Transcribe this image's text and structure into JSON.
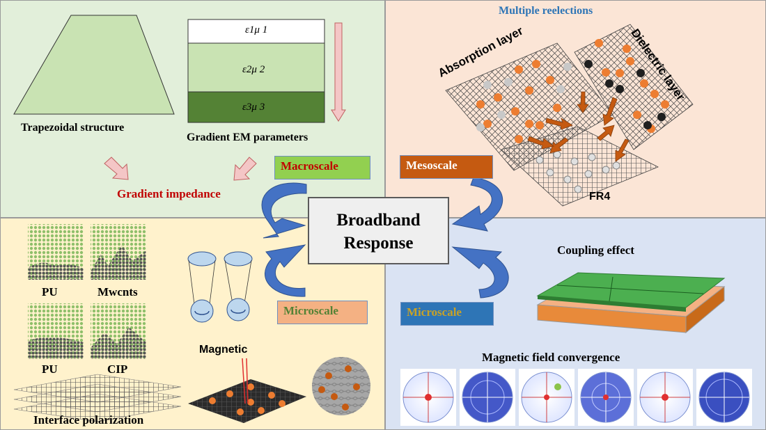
{
  "macroscale": {
    "trapezoid_label": "Trapezoidal structure",
    "layers": [
      "ε1μ 1",
      "ε2μ 2",
      "ε3μ 3"
    ],
    "layers_label": "Gradient  EM parameters",
    "impedance_label": "Gradient  impedance",
    "scale_label": "Macroscale"
  },
  "mesoscale": {
    "title": "Multiple reelections",
    "absorption_label": "Absorption layer",
    "dielectric_label": "Dielectric layer",
    "fr4_label": "FR4",
    "scale_label": "Mesoscale"
  },
  "center": {
    "line1": "Broadband",
    "line2": "Response"
  },
  "microscale_left": {
    "scale_label": "Microscale",
    "pu1_label": "PU",
    "mwcnts_label": "Mwcnts",
    "pu2_label": "PU",
    "cip_label": "CIP",
    "interface_label": "Interface polarization",
    "magnetic_label": "Magnetic"
  },
  "microscale_right": {
    "scale_label": "Microscale",
    "coupling_label": "Coupling effect",
    "field_label": "Magnetic field convergence"
  },
  "colors": {
    "macroscale_box": "#92d050",
    "mesoscale_box": "#c55a11",
    "microscale_left_box": "#f4b183",
    "microscale_right_box": "#2e75b6",
    "impedance_text": "#c00000",
    "title_blue": "#2e75b6",
    "arrow_blue": "#4472c4"
  }
}
